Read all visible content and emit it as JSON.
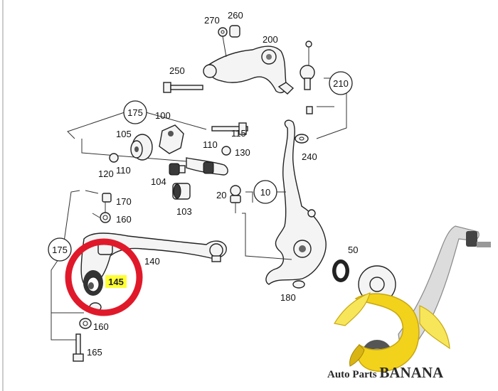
{
  "diagram": {
    "part_labels": {
      "p270": "270",
      "p260": "260",
      "p200": "200",
      "p250": "250",
      "p210": "210",
      "p175_top": "175",
      "p100": "100",
      "p105": "105",
      "p115": "115",
      "p110_a": "110",
      "p110_b": "110",
      "p130": "130",
      "p120": "120",
      "p240": "240",
      "p104": "104",
      "p20": "20",
      "p10": "10",
      "p103": "103",
      "p170": "170",
      "p160_a": "160",
      "p175_left": "175",
      "p140": "140",
      "p145": "145",
      "p50": "50",
      "p180": "180",
      "p160_b": "160",
      "p165": "165"
    },
    "highlight": {
      "label": "145",
      "ring_color": "#e0192a",
      "tag_color": "#ffff33"
    }
  },
  "watermark": {
    "text": "Auto Parts BANANA",
    "banana_color": "#f2d21b",
    "peel_color": "#f7e65a"
  }
}
